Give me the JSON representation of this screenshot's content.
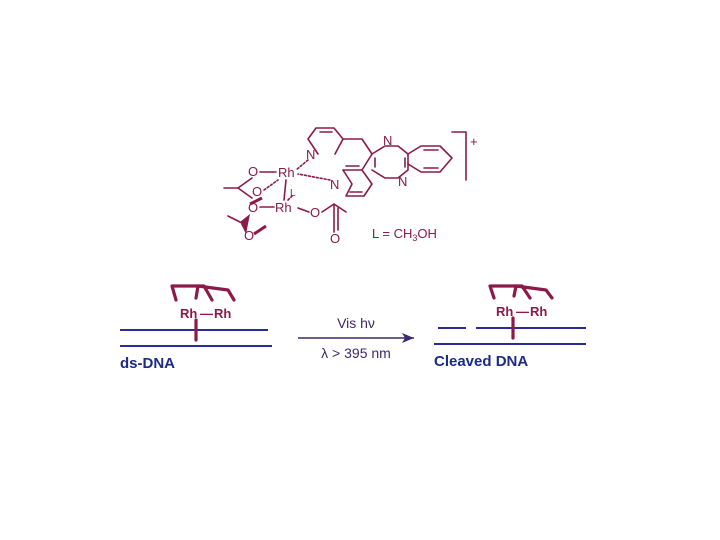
{
  "colors": {
    "molecule": "#8b1a4a",
    "dna_strand": "#2a2a9a",
    "dna_label": "#1c2a8a",
    "conditions": "#3b2a6e",
    "background": "#ffffff"
  },
  "complex": {
    "charge": "+",
    "ligand_definition": "L = CH3OH",
    "ligand_definition_parts": {
      "prefix": "L = CH",
      "subscript": "3",
      "suffix": "OH"
    },
    "atoms": {
      "rhodium": "Rh",
      "nitrogen": "N",
      "oxygen": "O",
      "ligand": "L"
    }
  },
  "reaction": {
    "reactant_label": "ds-DNA",
    "product_label": "Cleaved DNA",
    "condition_top": "Vis hν",
    "condition_bottom": "λ > 395 nm",
    "clamp_metal_left": "Rh",
    "clamp_metal_right": "Rh",
    "clamp_bond": "—"
  }
}
